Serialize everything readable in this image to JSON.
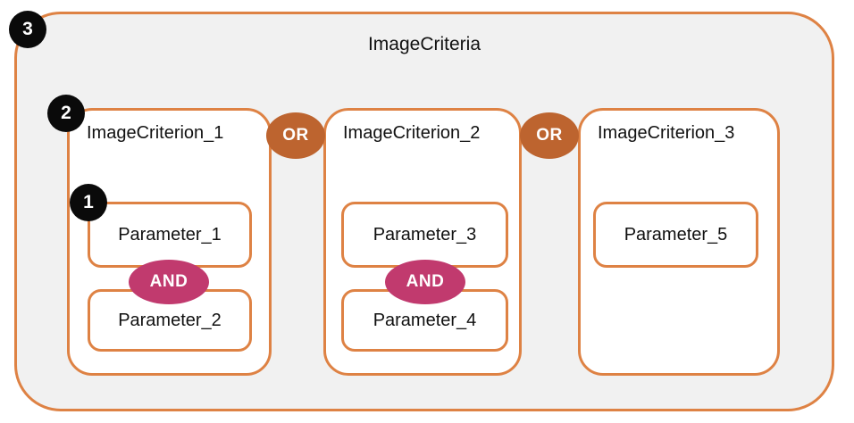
{
  "diagram": {
    "title": "ImageCriteria",
    "or_label": "OR",
    "and_label": "AND",
    "criteria": [
      {
        "label": "ImageCriterion_1",
        "operator": "AND",
        "parameters": [
          "Parameter_1",
          "Parameter_2"
        ]
      },
      {
        "label": "ImageCriterion_2",
        "operator": "AND",
        "parameters": [
          "Parameter_3",
          "Parameter_4"
        ]
      },
      {
        "label": "ImageCriterion_3",
        "operator": null,
        "parameters": [
          "Parameter_5"
        ]
      }
    ],
    "criteria_operator": "OR",
    "markers": [
      {
        "number": "1"
      },
      {
        "number": "2"
      },
      {
        "number": "3"
      }
    ],
    "colors": {
      "border_orange": "#DE8244",
      "or_badge_fill": "#BD642F",
      "and_badge_fill": "#C13A6E",
      "outer_container_fill": "#F1F1F1",
      "inner_box_fill": "#FFFFFF",
      "marker_fill": "#0A0A0A",
      "text": "#111111"
    }
  }
}
